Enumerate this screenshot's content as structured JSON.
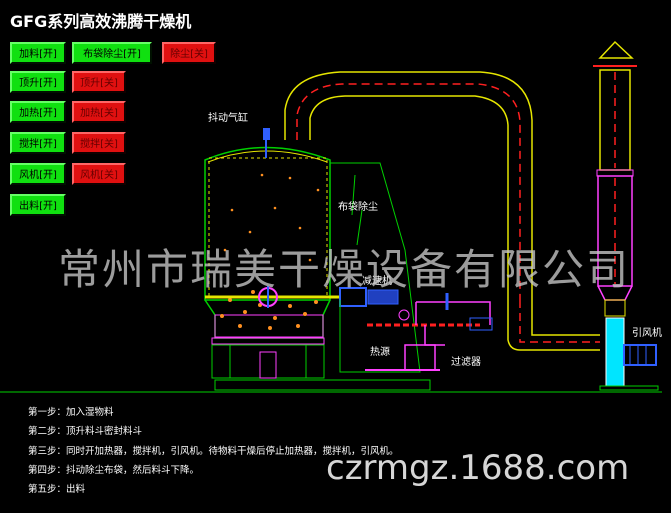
{
  "title": "GFG系列高效沸腾干燥机",
  "buttons": {
    "feed_on": "加料[开]",
    "bag_dedust_on": "布袋除尘[开]",
    "dedust_off": "除尘[关]",
    "lift_on": "顶升[开]",
    "lift_off": "顶升[关]",
    "heat_on": "加热[开]",
    "heat_off": "加热[关]",
    "stir_on": "搅拌[开]",
    "stir_off": "搅拌[关]",
    "fan_on": "风机[开]",
    "fan_off": "风机[关]",
    "discharge_on": "出料[开]"
  },
  "labels": {
    "shake_cylinder": "抖动气缸",
    "bag_filter": "布袋除尘",
    "reducer": "减速机",
    "heat_source": "热源",
    "air_filter": "过滤器",
    "induced_fan": "引风机"
  },
  "watermark": "常州市瑞美干燥设备有限公司",
  "url": "czrmgz.1688.com",
  "steps": [
    "第一步：加入湿物料",
    "第二步：顶升料斗密封料斗",
    "第三步：同时开加热器，搅拌机，引风机。待物料干燥后停止加热器，搅拌机，引风机。",
    "第四步：抖动除尘布袋，然后料斗下降。",
    "第五步：出料"
  ],
  "colors": {
    "on": "#10e010",
    "off": "#e01010",
    "outline_yellow": "#e6e600",
    "outline_green": "#00d000",
    "duct_red": "#ff2020",
    "outline_magenta": "#ff40ff",
    "fan_cyan": "#00e5ff"
  }
}
